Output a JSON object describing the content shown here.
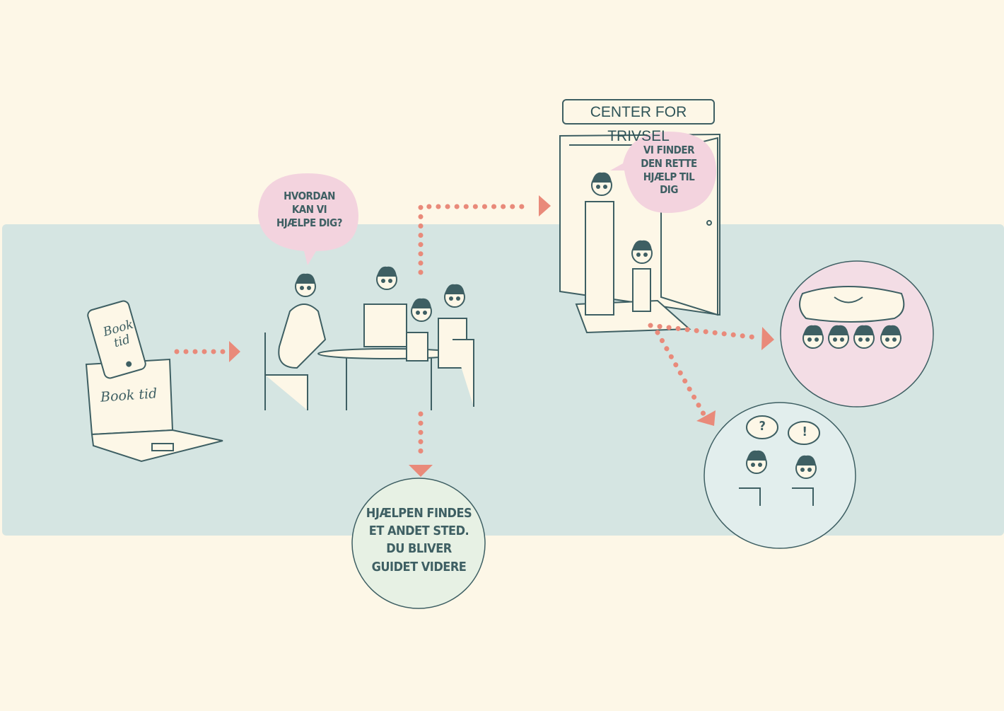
{
  "steps": {
    "booking": {
      "phone_text": "Book tid",
      "laptop_text": "Book tid"
    },
    "meeting": {
      "speech": "HVORDAN KAN VI HJÆLPE DIG?"
    },
    "center": {
      "sign": "CENTER FOR TRIVSEL",
      "speech": "VI FINDER DEN RETTE HJÆLP TIL DIG"
    },
    "referral": {
      "text": "HJÆLPEN FINDES ET ANDET STED. DU BLIVER GUIDET VIDERE"
    },
    "group": {
      "label": "group-session"
    },
    "individual": {
      "q": "?",
      "e": "!"
    }
  },
  "colors": {
    "background": "#fdf7e7",
    "band": "#d5e5e2",
    "pink": "#f3d3de",
    "ink": "#3e5f63",
    "arrow": "#e98a7a"
  }
}
